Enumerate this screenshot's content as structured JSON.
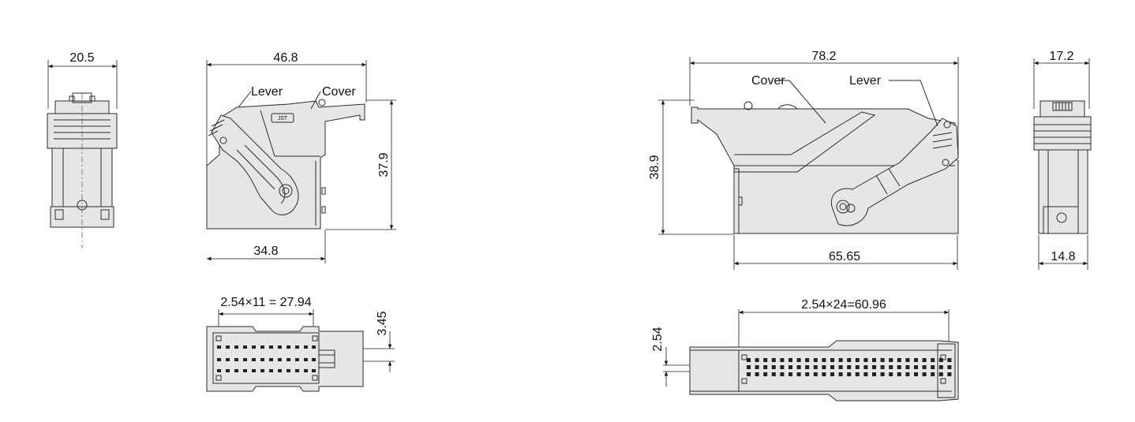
{
  "left_connector": {
    "front_width": "20.5",
    "side_length": "46.8",
    "side_height": "37.9",
    "side_base": "34.8",
    "lever_label": "Lever",
    "cover_label": "Cover",
    "logo_text": "JST",
    "pitch_label": "2.54×11 = 27.94",
    "row_pitch": "3.45"
  },
  "right_connector": {
    "side_length": "78.2",
    "side_height": "38.9",
    "side_base": "65.65",
    "end_width": "17.2",
    "end_base": "14.8",
    "cover_label": "Cover",
    "lever_label": "Lever",
    "pitch_label": "2.54×24=60.96",
    "row_pitch": "2.54"
  }
}
